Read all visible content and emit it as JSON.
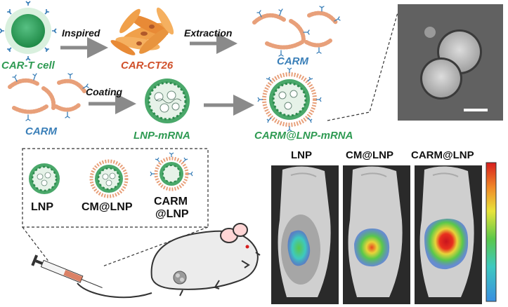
{
  "labels": {
    "car_t_cell": "CAR-T cell",
    "car_ct26": "CAR-CT26",
    "carm_top": "CARM",
    "carm_left": "CARM",
    "lnp_mrna": "LNP-mRNA",
    "carm_lnp_mrna": "CARM@LNP-mRNA",
    "legend_lnp": "LNP",
    "legend_cm_lnp": "CM@LNP",
    "legend_carm_line1": "CARM",
    "legend_carm_line2": "@LNP"
  },
  "arrows": {
    "inspired": "Inspired",
    "extraction": "Extraction",
    "coating": "Coating"
  },
  "imaging": {
    "panels": [
      {
        "label": "LNP",
        "signal": 0.35
      },
      {
        "label": "CM@LNP",
        "signal": 0.65
      },
      {
        "label": "CARM@LNP",
        "signal": 1.0
      }
    ]
  },
  "colors": {
    "green": "#2e9a52",
    "orange": "#d0502a",
    "blue": "#3a7fb8",
    "membrane": "#e8a07a"
  }
}
